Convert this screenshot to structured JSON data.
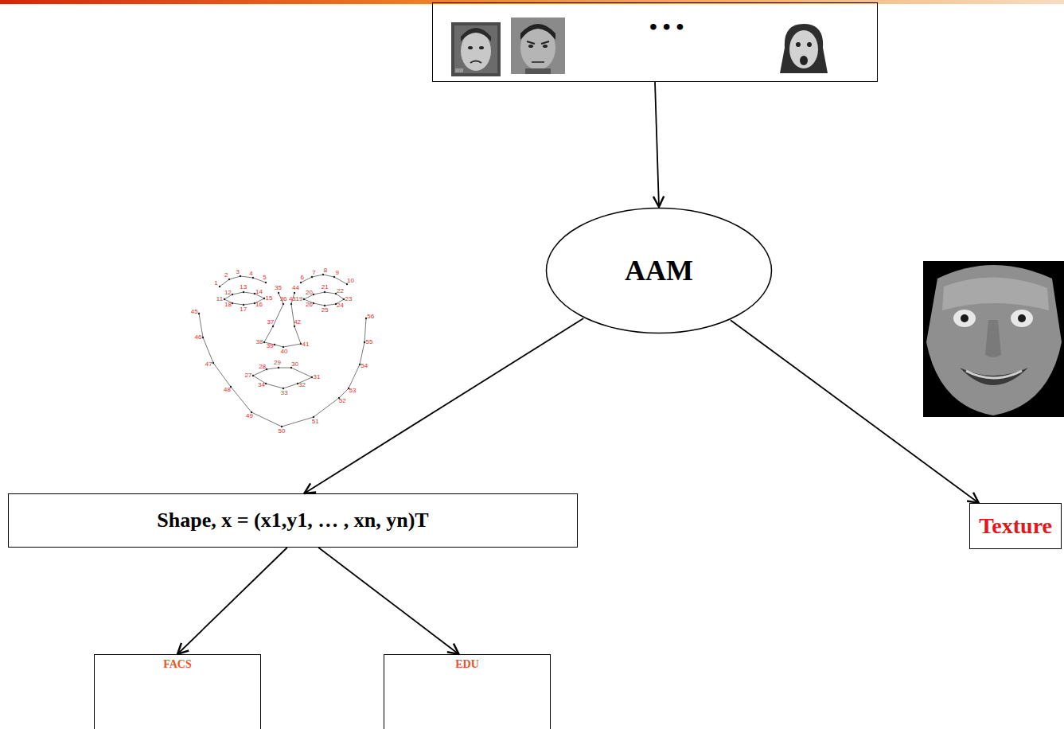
{
  "diagram": {
    "nodes": [
      {
        "text": [
          "• • •"
        ]
      },
      {
        "text": [
          "AAM"
        ]
      },
      {
        "text": [
          "Shape, x = (x1,y1, … , xn, yn)T"
        ]
      },
      {
        "text": [
          "Texture"
        ]
      },
      {
        "text": [
          "FACS"
        ]
      },
      {
        "text": [
          "EDU"
        ]
      }
    ],
    "edges": [
      {
        "from": 0,
        "to": 1,
        "arrow": "to"
      },
      {
        "from": 1,
        "to": 2,
        "arrow": "to"
      },
      {
        "from": 1,
        "to": 3,
        "arrow": "to"
      },
      {
        "from": 2,
        "to": 4,
        "arrow": "to"
      },
      {
        "from": 2,
        "to": 5,
        "arrow": "to"
      }
    ],
    "labels": [
      "1",
      "2",
      "3",
      "4",
      "5",
      "6",
      "7",
      "8",
      "9",
      "10",
      "11",
      "12",
      "13",
      "14",
      "15",
      "16",
      "17",
      "18",
      "19",
      "20",
      "21",
      "22",
      "23",
      "24",
      "25",
      "26",
      "27",
      "28",
      "29",
      "30",
      "31",
      "32",
      "33",
      "34",
      "35",
      "36",
      "37",
      "38",
      "39",
      "40",
      "41",
      "42",
      "43",
      "44",
      "45",
      "46",
      "47",
      "48",
      "49",
      "50",
      "51",
      "52",
      "53",
      "54",
      "55",
      "56"
    ]
  }
}
